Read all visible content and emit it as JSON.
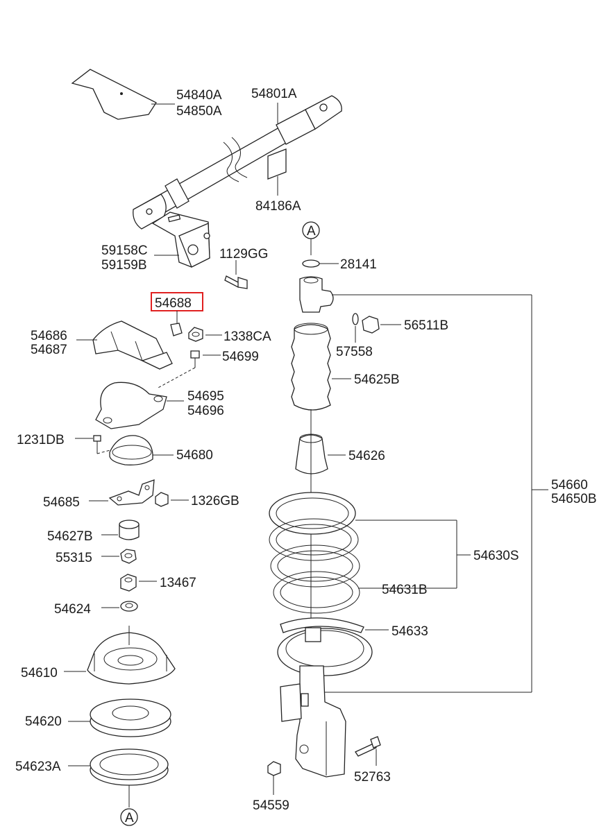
{
  "highlight": {
    "label": "54688",
    "color": "#e02020"
  },
  "labels": {
    "p54840A": "54840A",
    "p54850A": "54850A",
    "p54801A": "54801A",
    "p84186A": "84186A",
    "p59158C": "59158C",
    "p59159B": "59159B",
    "p1129GG": "1129GG",
    "p54688": "54688",
    "p54686": "54686",
    "p54687": "54687",
    "p1338CA": "1338CA",
    "p54699": "54699",
    "p54695": "54695",
    "p54696": "54696",
    "p1231DB": "1231DB",
    "p54680": "54680",
    "p54685": "54685",
    "p1326GB": "1326GB",
    "p54627B": "54627B",
    "p55315": "55315",
    "p13467": "13467",
    "p54624": "54624",
    "p54610": "54610",
    "p54620": "54620",
    "p54623A": "54623A",
    "refA_bottom": "A",
    "refA_top": "A",
    "p28141": "28141",
    "p56511B": "56511B",
    "p57558": "57558",
    "p54625B": "54625B",
    "p54626": "54626",
    "p54660": "54660",
    "p54650B": "54650B",
    "p54630S": "54630S",
    "p54631B": "54631B",
    "p54633": "54633",
    "p52763": "52763",
    "p54559": "54559"
  }
}
